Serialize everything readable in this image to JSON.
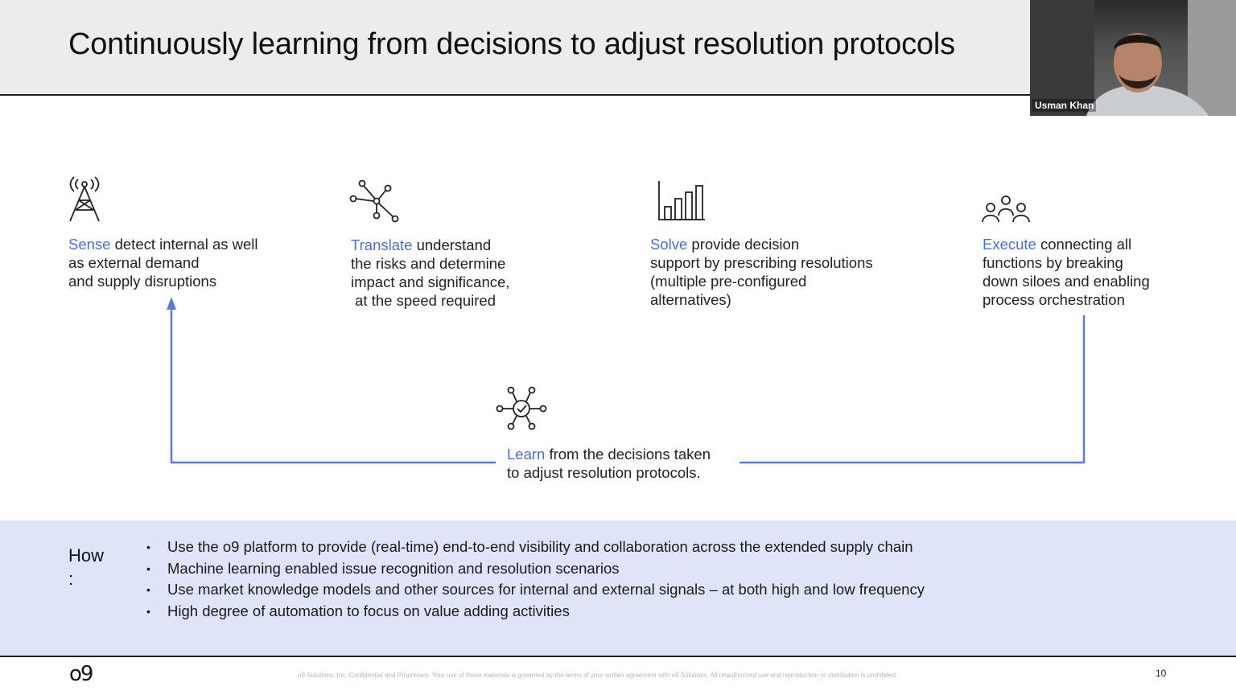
{
  "slide": {
    "title": "Continuously learning from decisions to adjust resolution protocols",
    "page_number": "10"
  },
  "video": {
    "participant_name": "Usman Khan"
  },
  "steps": {
    "sense": {
      "keyword": "Sense",
      "line1": " detect internal as well",
      "line2": "as external demand",
      "line3": "and supply disruptions",
      "icon": "radio-tower-icon"
    },
    "translate": {
      "keyword": "Translate",
      "line1": " understand",
      "line2": "the risks and determine",
      "line3": "impact and significance,",
      "line4": " at the speed required",
      "icon": "network-nodes-icon"
    },
    "solve": {
      "keyword": "Solve",
      "line1": " provide decision",
      "line2": "support by prescribing resolutions",
      "line3": "(multiple pre-configured",
      "line4": "alternatives)",
      "icon": "bar-chart-icon"
    },
    "execute": {
      "keyword": "Execute",
      "line1": " connecting all",
      "line2": "functions by breaking",
      "line3": "down siloes and enabling",
      "line4": "process orchestration",
      "icon": "people-group-icon"
    },
    "learn": {
      "keyword": "Learn",
      "line1": " from the decisions taken",
      "line2": "to adjust resolution protocols.",
      "icon": "network-check-icon"
    }
  },
  "how": {
    "label_line1": "How",
    "label_line2": ":",
    "items": [
      "Use the o9 platform to provide (real-time) end-to-end visibility and collaboration across the extended supply chain",
      "Machine learning enabled issue recognition and resolution scenarios",
      "Use market knowledge models and other sources for internal and external signals – at both high and low frequency",
      "High degree of automation to focus on value adding activities"
    ]
  },
  "footer": {
    "logo": "o9",
    "disclaimer": "o9 Solutions, Inc. Confidential and Proprietary. Your use of these materials is governed by the terms of your written agreement with o9 Solutions. All unauthorized use and reproduction or distribution is prohibited."
  },
  "colors": {
    "accent": "#4a6ed8",
    "flow_line": "#5b79e0",
    "how_band": "#dfe4f9",
    "header": "#ececec"
  }
}
